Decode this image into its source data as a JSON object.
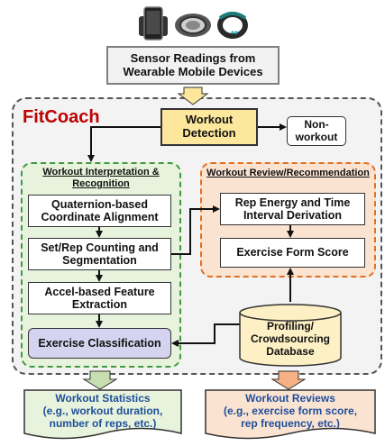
{
  "sensor_box": {
    "text": "Sensor Readings from\nWearable Mobile Devices"
  },
  "fitcoach": {
    "title": "FitCoach"
  },
  "workout_detection": {
    "text": "Workout\nDetection"
  },
  "non_workout": {
    "text": "Non-\nworkout"
  },
  "interpretation": {
    "title": "Workout Interpretation &\nRecognition",
    "steps": [
      "Quaternion-based\nCoordinate Alignment",
      "Set/Rep Counting and\nSegmentation",
      "Accel-based Feature\nExtraction",
      "Exercise Classification"
    ]
  },
  "review": {
    "title": "Workout Review/Recommendation",
    "steps": [
      "Rep Energy and Time\nInterval Derivation",
      "Exercise Form Score"
    ]
  },
  "database": {
    "text": "Profiling/\nCrowdsourcing\nDatabase"
  },
  "outputs": {
    "statistics": "Workout Statistics\n(e.g., workout duration,\nnumber of reps, etc.)",
    "reviews": "Workout Reviews\n(e.g., exercise form score,\nrep frequency, etc.)"
  },
  "devices": {
    "icons": [
      "armband-phone-icon",
      "smartwatch-icon",
      "fitness-band-icon"
    ]
  },
  "colors": {
    "fitcoach_title": "#c00000",
    "interpretation_border": "#3f9a3f",
    "interpretation_fill": "#e7f3dc",
    "review_border": "#e07020",
    "review_fill": "#fbe3d2",
    "detection_fill": "#fde79c",
    "classification_fill": "#d5d3ef",
    "database_fill": "#fdf0c4"
  }
}
